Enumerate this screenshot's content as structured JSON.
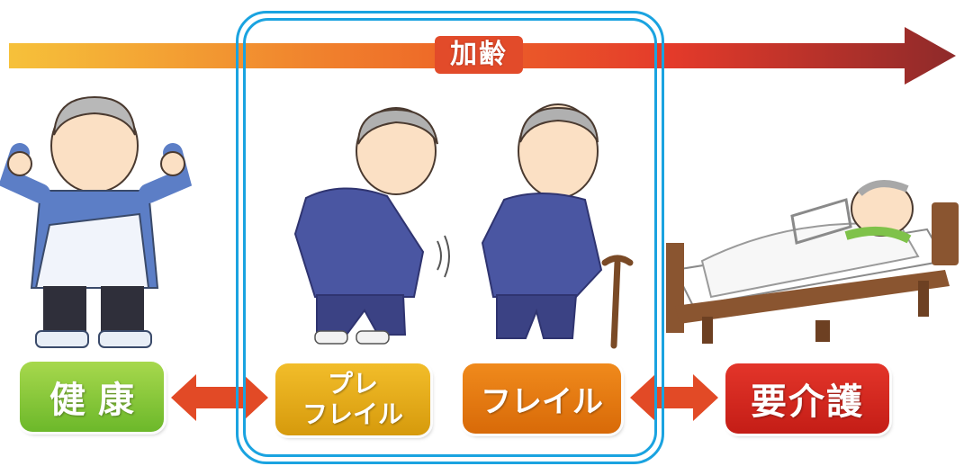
{
  "aging_arrow": {
    "label": "加齢"
  },
  "stages": {
    "health": "健康",
    "pre_frailty_line1": "プレ",
    "pre_frailty_line2": "フレイル",
    "frailty": "フレイル",
    "care_needed": "要介護"
  },
  "colors": {
    "arrow_start": "#f6c13a",
    "arrow_mid": "#e8432a",
    "arrow_end": "#8e2a2a",
    "frame": "#1aa3e0",
    "health": "#7cc22e",
    "pre_frailty": "#e5ab1c",
    "frailty": "#e87a14",
    "care_needed": "#d0241c",
    "double_arrow": "#e24a26"
  }
}
